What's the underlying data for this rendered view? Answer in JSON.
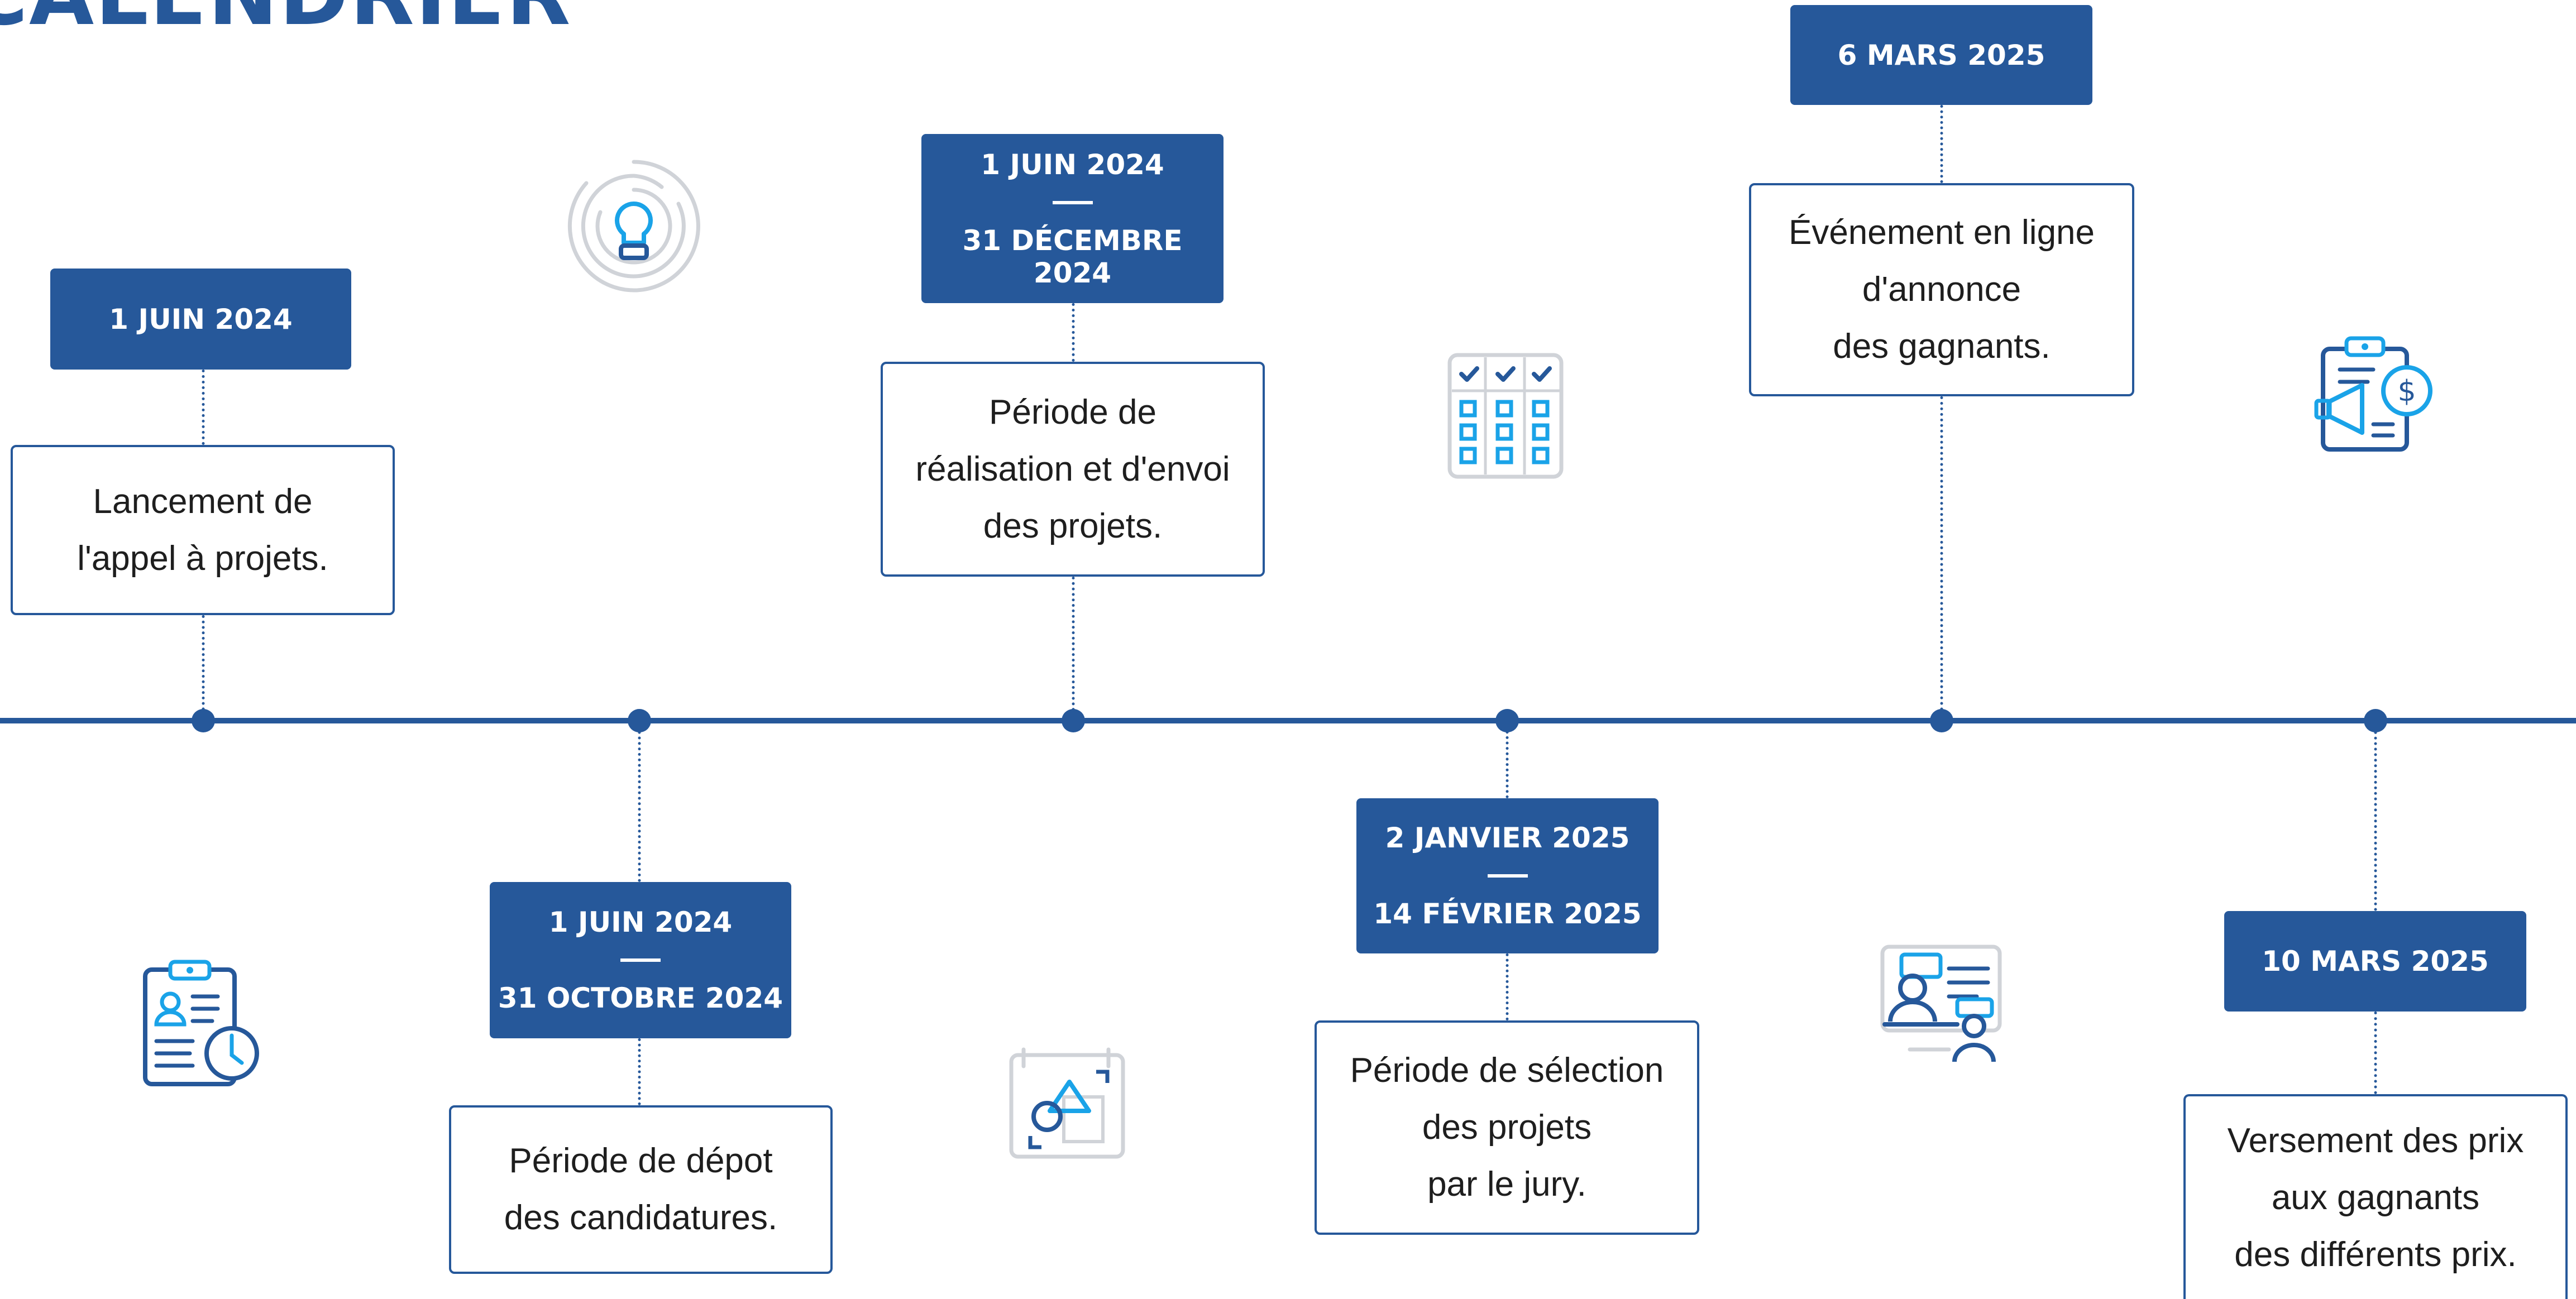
{
  "title": "CALENDRIER",
  "colors": {
    "primary": "#26589a",
    "accent": "#1aa3e8",
    "icon_gray": "#d0d3d8",
    "text": "#1e1e1e"
  },
  "milestones": [
    {
      "date": "1 JUIN 2024",
      "description": "Lancement de\nl'appel à projets."
    },
    {
      "date_start": "1 JUIN 2024",
      "date_end": "31 OCTOBRE 2024",
      "description": "Période de dépot\ndes candidatures."
    },
    {
      "date_start": "1 JUIN 2024",
      "date_end": "31 DÉCEMBRE 2024",
      "description": "Période de\nréalisation et d'envoi\ndes projets."
    },
    {
      "date_start": "2 JANVIER 2025",
      "date_end": "14 FÉVRIER 2025",
      "description": "Période de sélection\ndes projets\npar le jury."
    },
    {
      "date": "6 MARS 2025",
      "description": "Événement en ligne\nd'annonce\ndes gagnants."
    },
    {
      "date": "10 MARS 2025",
      "description": "Versement des prix\naux gagnants\ndes différents prix."
    }
  ],
  "icons": [
    "lightbulb-maze-icon",
    "clipboard-profile-clock-icon",
    "design-shapes-icon",
    "checklist-grid-icon",
    "video-meeting-icon",
    "clipboard-megaphone-dollar-icon"
  ]
}
